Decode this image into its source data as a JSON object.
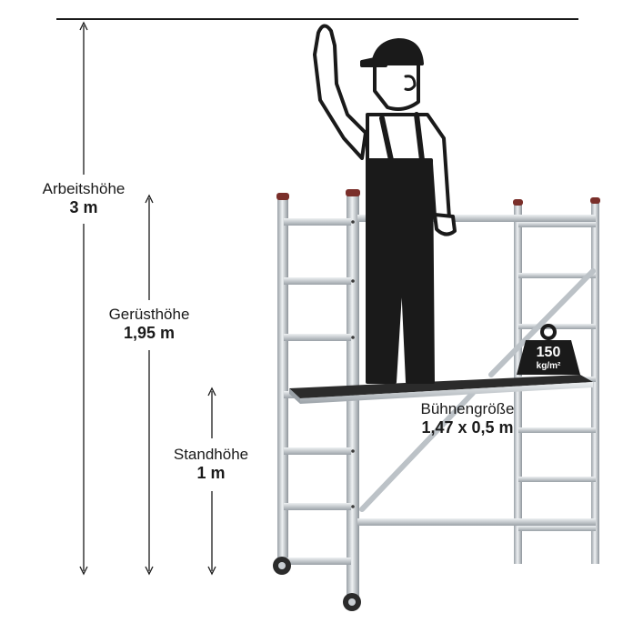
{
  "measurements": {
    "working_height": {
      "label": "Arbeitshöhe",
      "value": "3 m"
    },
    "scaffold_height": {
      "label": "Gerüsthöhe",
      "value": "1,95 m"
    },
    "standing_height": {
      "label": "Standhöhe",
      "value": "1 m"
    },
    "platform_size": {
      "label": "Bühnengröße",
      "value": "1,47 x 0,5 m"
    }
  },
  "load": {
    "value": "150",
    "unit": "kg/m²"
  },
  "colors": {
    "aluminium": "#c9ced3",
    "aluminium_dark": "#8e959b",
    "figure": "#1a1a1a",
    "platform": "#2b2b2b",
    "cap": "#7a2f2a"
  }
}
